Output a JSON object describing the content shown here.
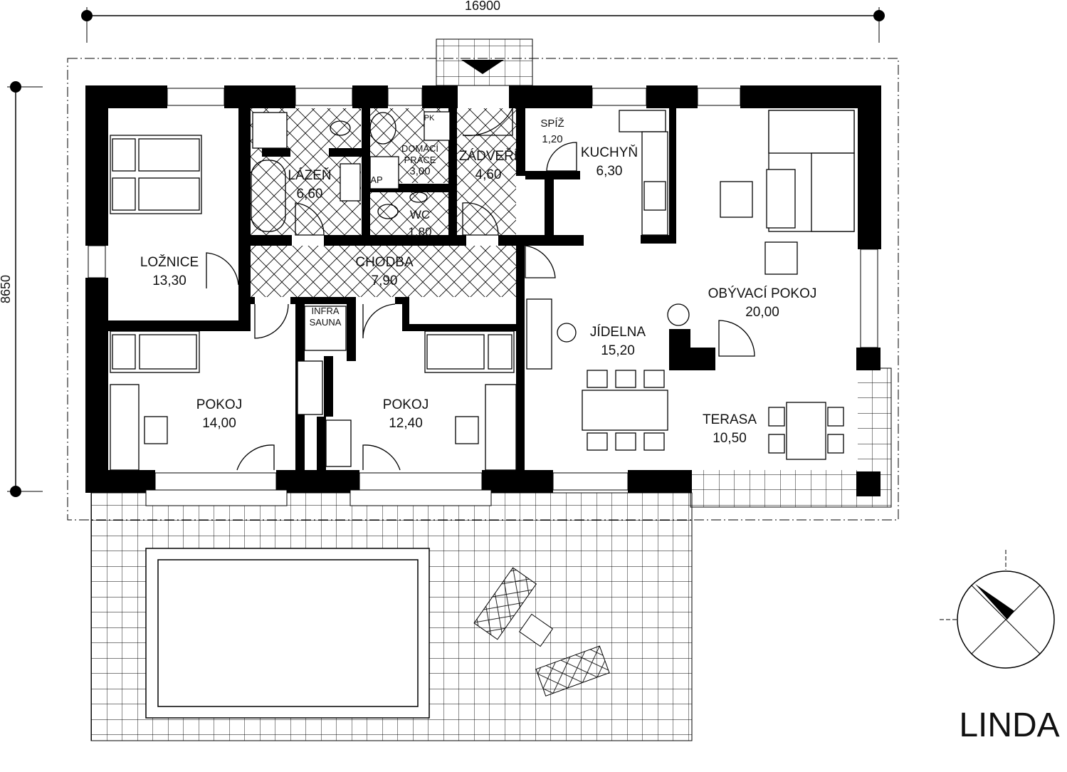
{
  "plan": {
    "title": "LINDA",
    "dimension_width": "16900",
    "dimension_depth": "8650"
  },
  "rooms": [
    {
      "lines": [
        "LOŽNICE"
      ],
      "area": "13,30"
    },
    {
      "lines": [
        "LÁZEŇ"
      ],
      "area": "6,60"
    },
    {
      "lines": [
        "DOMÁCÍ",
        "PRÁCE"
      ],
      "area": "3,00"
    },
    {
      "lines": [
        "WC"
      ],
      "area": "1,80"
    },
    {
      "lines": [
        "ZÁDVEŘÍ"
      ],
      "area": "4,60"
    },
    {
      "lines": [
        "SPÍŽ"
      ],
      "area": "1,20"
    },
    {
      "lines": [
        "KUCHYŇ"
      ],
      "area": "6,30"
    },
    {
      "lines": [
        "CHODBA"
      ],
      "area": "7,90"
    },
    {
      "lines": [
        "OBÝVACÍ POKOJ"
      ],
      "area": "20,00"
    },
    {
      "lines": [
        "INFRA",
        "SAUNA"
      ],
      "area": ""
    },
    {
      "lines": [
        "JÍDELNA"
      ],
      "area": "15,20"
    },
    {
      "lines": [
        "POKOJ"
      ],
      "area": "14,00"
    },
    {
      "lines": [
        "POKOJ"
      ],
      "area": "12,40"
    },
    {
      "lines": [
        "TERASA"
      ],
      "area": "10,50"
    }
  ],
  "fixtures": {
    "boiler_label": "PK",
    "washer_label": "AP"
  }
}
